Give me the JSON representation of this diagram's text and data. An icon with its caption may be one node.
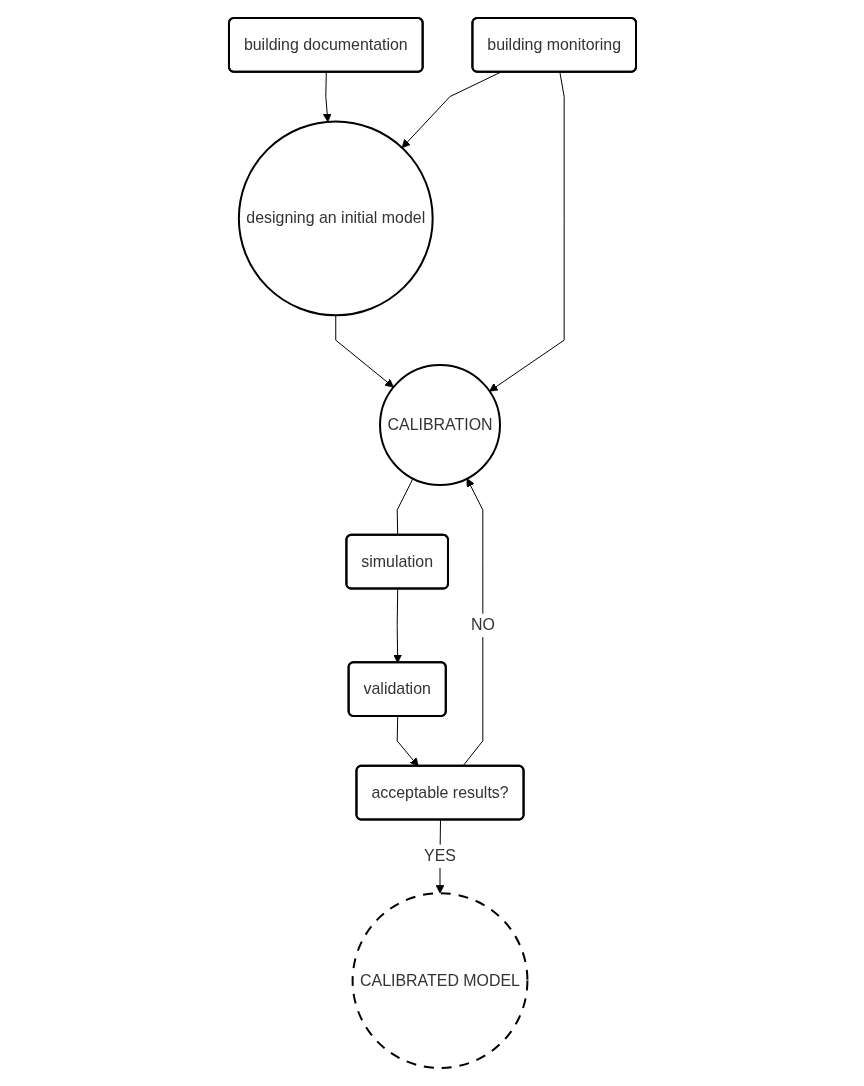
{
  "diagram": {
    "nodes": [
      {
        "text": [
          "building documentation"
        ]
      },
      {
        "text": [
          "designing an initial model"
        ]
      },
      {
        "text": [
          "building monitoring"
        ]
      },
      {
        "text": [
          "CALIBRATION"
        ]
      },
      {
        "text": [
          "simulation"
        ]
      },
      {
        "text": [
          "validation"
        ]
      },
      {
        "text": [
          "acceptable results?"
        ]
      },
      {
        "text": [
          "CALIBRATED MODEL"
        ]
      }
    ],
    "edges": [
      {
        "from": 0,
        "to": 1,
        "arrow": "to"
      },
      {
        "from": 2,
        "to": 1,
        "arrow": "to"
      },
      {
        "from": 2,
        "to": 3,
        "arrow": "to"
      },
      {
        "from": 1,
        "to": 3,
        "arrow": "to"
      },
      {
        "from": 3,
        "to": 4,
        "arrow": "none"
      },
      {
        "from": 4,
        "to": 5,
        "arrow": "to"
      },
      {
        "from": 5,
        "to": 6,
        "arrow": "to"
      },
      {
        "from": 6,
        "to": 3,
        "arrow": "to",
        "label": "NO"
      },
      {
        "from": 6,
        "to": 7,
        "arrow": "to",
        "label": "YES"
      }
    ]
  }
}
